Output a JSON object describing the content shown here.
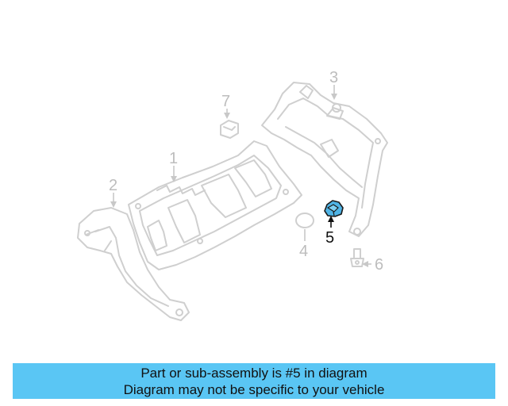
{
  "callouts": [
    {
      "number": "1"
    },
    {
      "number": "2"
    },
    {
      "number": "3"
    },
    {
      "number": "4"
    },
    {
      "number": "5",
      "highlighted": true
    },
    {
      "number": "6"
    },
    {
      "number": "7"
    }
  ],
  "banner": {
    "line1": "Part or sub-assembly is #5 in diagram",
    "line2": "Diagram may not be specific to your vehicle"
  },
  "colors": {
    "banner_background": "#5ac6f4",
    "highlighted_part": "#4fb4e6",
    "line_art": "#cfcfcf"
  }
}
